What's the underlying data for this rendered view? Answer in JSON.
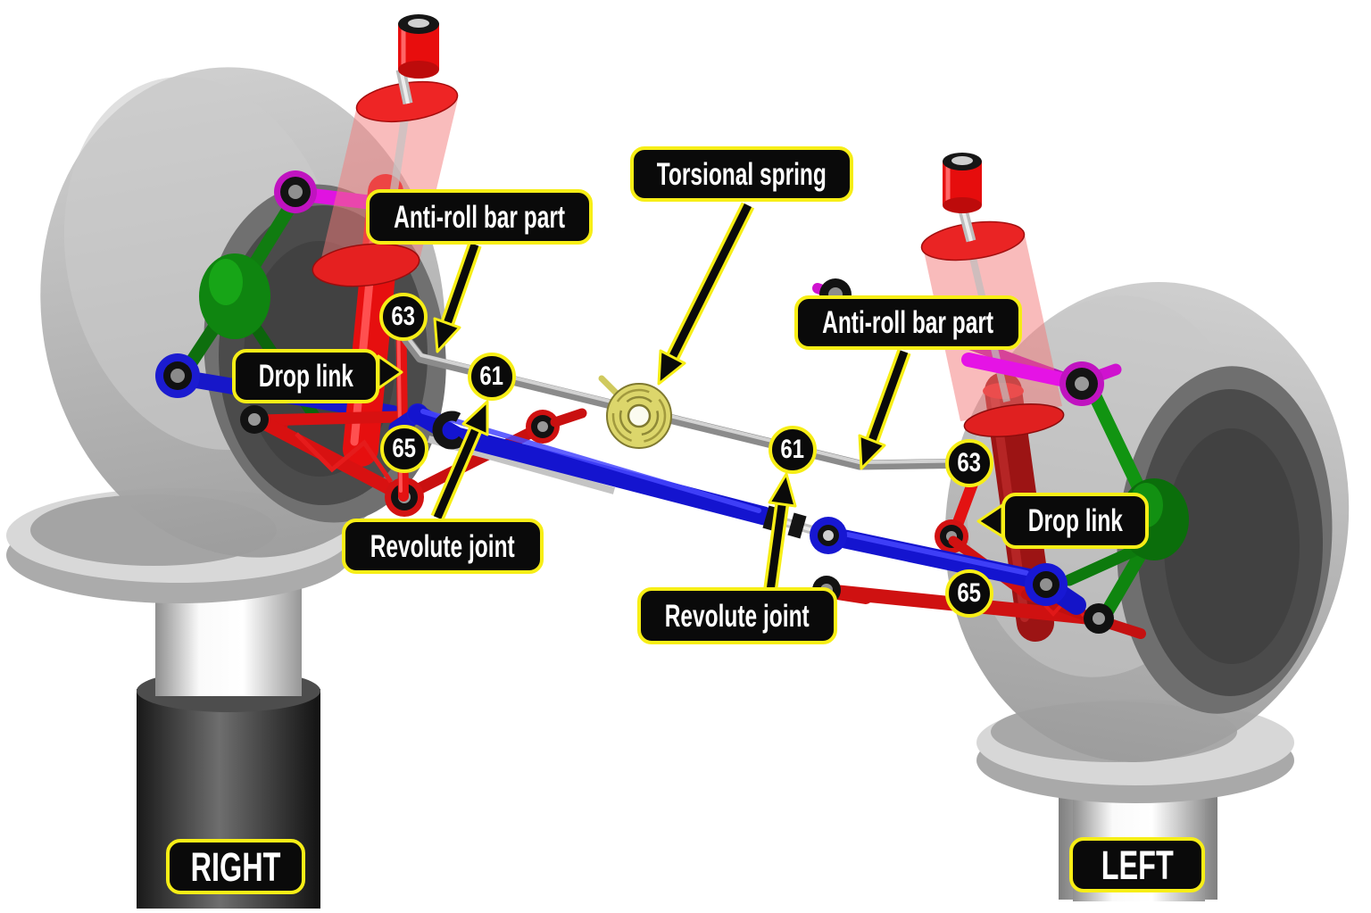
{
  "figure": {
    "type": "3d-suspension-anti-roll-bar-diagram",
    "background": "#ffffff"
  },
  "callouts": {
    "anti_roll_left": "Anti-roll bar part",
    "torsional_spring": "Torsional spring",
    "anti_roll_right": "Anti-roll bar part",
    "drop_link_left": "Drop link",
    "drop_link_right": "Drop link",
    "revolute_left": "Revolute joint",
    "revolute_right": "Revolute joint"
  },
  "badges": {
    "left_63": "63",
    "left_61": "61",
    "left_65": "65",
    "right_61": "61",
    "right_63": "63",
    "right_65": "65"
  },
  "side_labels": {
    "right": "RIGHT",
    "left": "LEFT"
  },
  "colors": {
    "callout_bg": "#0a0a0a",
    "callout_border": "#f7ee16",
    "callout_text": "#ffffff",
    "anti_roll_bar": "#8b8b8b",
    "torsional_spring": "#dcd66b",
    "drop_link": "#e31212",
    "strut": "#e60f0f",
    "center_rod": "#1414cf",
    "tie_rod": "#df10df",
    "knuckle": "#0f8510",
    "tire": "#b5b5b5"
  }
}
